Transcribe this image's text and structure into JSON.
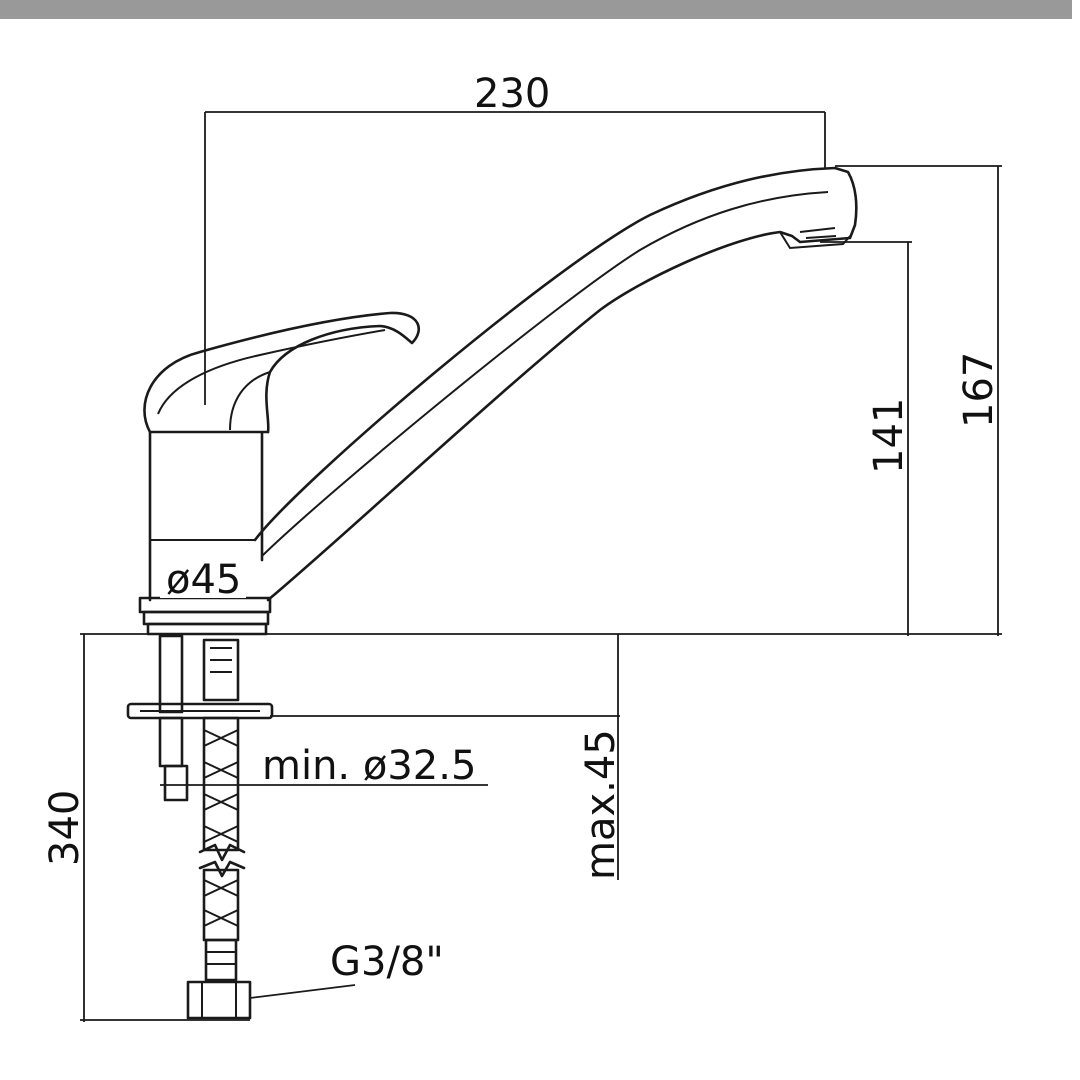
{
  "header_bar": {
    "color": "#999999"
  },
  "dimensions": {
    "spout_reach": "230",
    "total_height": "167",
    "spout_height": "141",
    "body_diameter": "ø45",
    "hole_diameter": "min. ø32.5",
    "deck_thickness": "max.45",
    "hose_length": "340",
    "connection_thread": "G3/8\""
  },
  "colors": {
    "line": "#1a1a1a",
    "background": "#ffffff"
  }
}
